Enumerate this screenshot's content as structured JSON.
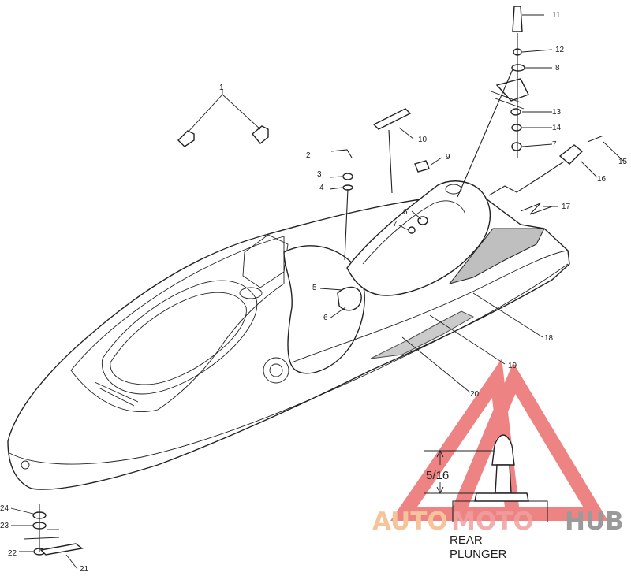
{
  "callouts": [
    "1",
    "2",
    "3",
    "4",
    "5",
    "6",
    "6",
    "7",
    "7",
    "8",
    "9",
    "10",
    "11",
    "12",
    "13",
    "14",
    "15",
    "16",
    "17",
    "18",
    "19",
    "20",
    "21",
    "22",
    "23",
    "24"
  ],
  "detail": {
    "dimension": "5/16",
    "caption_line1": "REAR",
    "caption_line2": "PLUNGER"
  },
  "watermark": {
    "part1": "AUTO",
    "part2": "MOTO",
    "part3": "HUB",
    "colors": {
      "auto": "#f5c49a",
      "moto": "#f0a0a0",
      "hub": "#9a9a9a",
      "triangle": "#e85a5a"
    }
  }
}
